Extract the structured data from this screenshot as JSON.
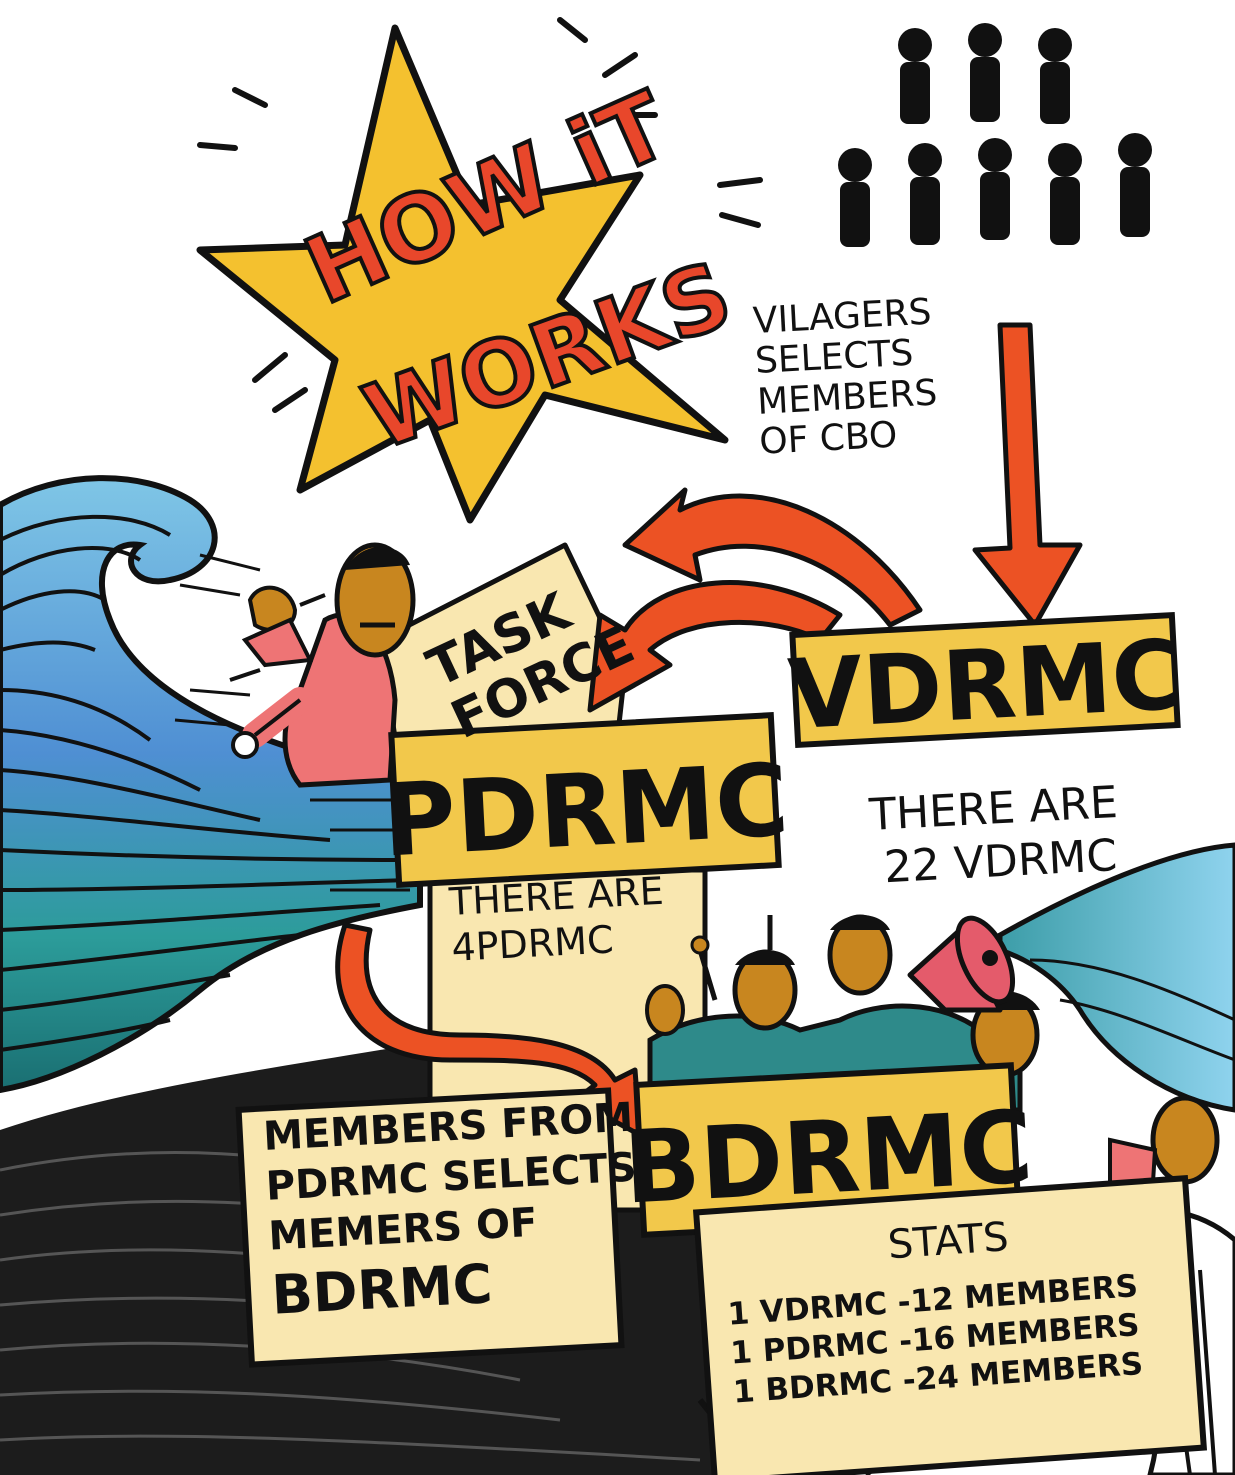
{
  "title": {
    "line1": "HOW iT",
    "line2": "WORKS"
  },
  "villagers_note": {
    "lines": [
      "VILAGERS",
      "SELECTS",
      "MEMBERS",
      "OF CBO"
    ]
  },
  "task_force": {
    "lines": [
      "TASK",
      "FORCE"
    ]
  },
  "vdrmc": {
    "label": "VDRMC",
    "note_lines": [
      "THERE ARE",
      "22 VDRMC"
    ]
  },
  "pdrmc": {
    "label": "PDRMC",
    "note_lines": [
      "THERE ARE",
      "4PDRMC"
    ]
  },
  "bdrmc": {
    "label": "BDRMC"
  },
  "members_note": {
    "lines": [
      "MEMBERS FROM",
      "PDRMC SELECTS",
      "MEMERS OF",
      "BDRMC"
    ]
  },
  "stats": {
    "heading": "STATS",
    "rows": [
      "1 VDRMC -12 MEMBERS",
      "1 PDRMC -16 MEMBERS",
      "1 BDRMC -24 MEMBERS"
    ]
  },
  "colors": {
    "star": "#F4C12F",
    "title": "#E8472B",
    "box": "#F2C84B",
    "note": "#F9E7B0",
    "arrow": "#EC5224",
    "ink": "#111111",
    "wave_dark": "#1E7C83",
    "wave_light": "#5FA8D8"
  },
  "icons": [
    "villager-figure-icon",
    "wave-illustration",
    "running-man-illustration",
    "protest-crowd-illustration",
    "megaphone-icon"
  ]
}
